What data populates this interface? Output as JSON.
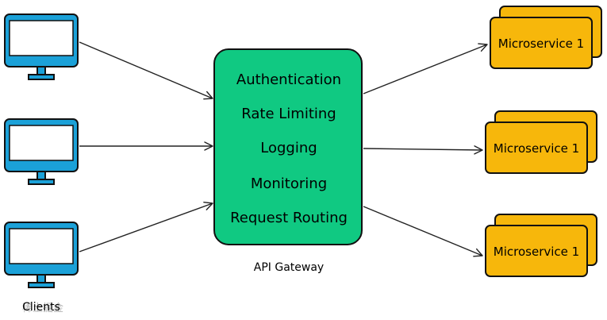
{
  "gateway": {
    "features": [
      "Authentication",
      "Rate Limiting",
      "Logging",
      "Monitoring",
      "Request Routing"
    ],
    "caption": "API Gateway",
    "color": "#10C982"
  },
  "clients": {
    "caption": "Clients",
    "count": 3,
    "icon": "monitor-icon",
    "screen_color": "#1BA1D8"
  },
  "services": {
    "labels": [
      "Microservice 1",
      "Microservice 1",
      "Microservice 1"
    ],
    "color": "#F7B70B"
  },
  "watermark": {
    "text": "稀土掘金"
  }
}
